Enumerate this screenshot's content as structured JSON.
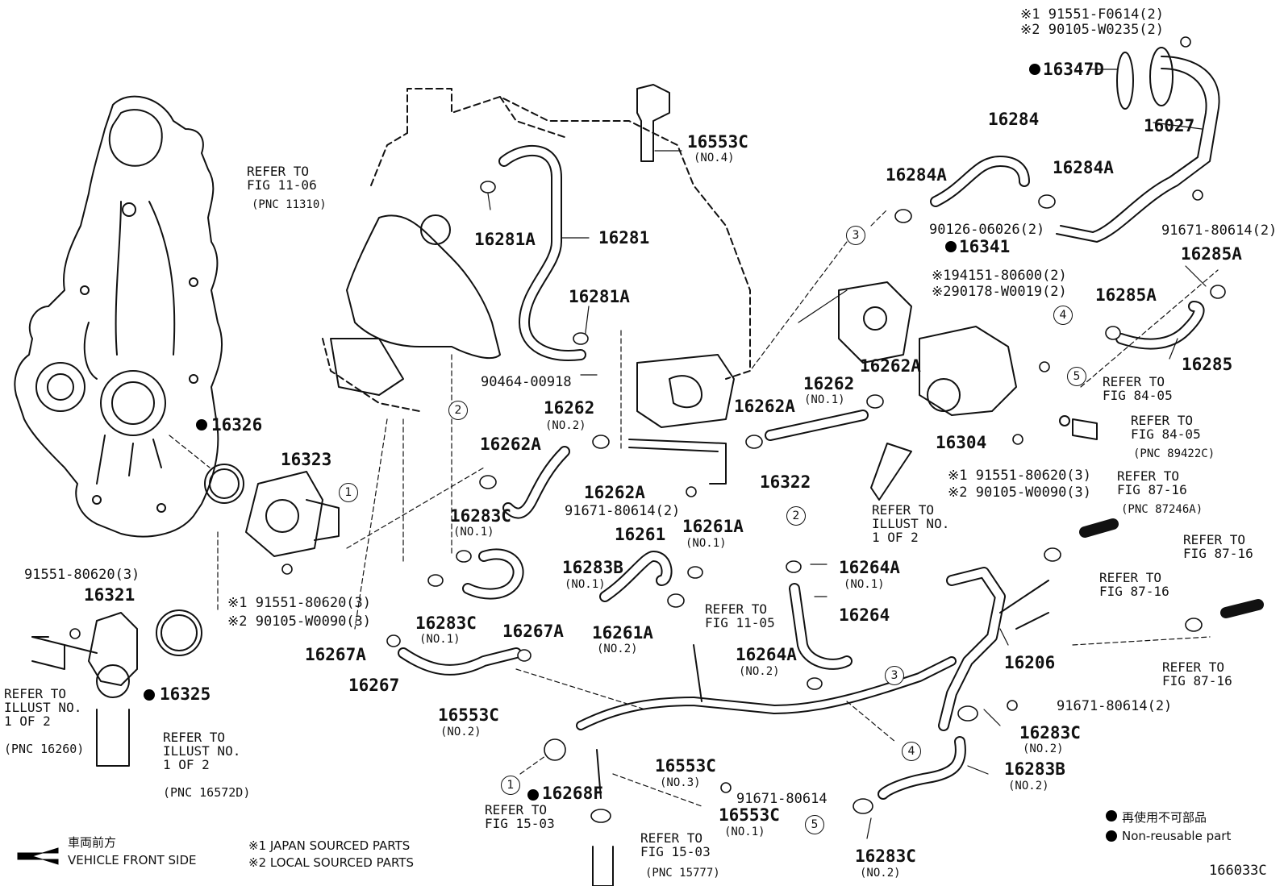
{
  "labels": {
    "l16553C_4": "16553C",
    "l16553C_4_sub": "(NO.4)",
    "l16281A_a": "16281A",
    "l16281": "16281",
    "l16281A_b": "16281A",
    "l90464": "90464-00918",
    "l16326": "16326",
    "l16323": "16323",
    "l16321": "16321",
    "l16325": "16325",
    "l91551_3": "91551-80620(3)",
    "l91551_80620_x1": "※1 91551-80620(3)",
    "l90105_W0090_x2": "※2 90105-W0090(3)",
    "l16262_no2": "16262",
    "l16262_no2_sub": "(NO.2)",
    "l16262A_a": "16262A",
    "l16262A_b": "16262A",
    "l16262A_c": "16262A",
    "l16262A_d": "16262A",
    "l16262_no1": "16262",
    "l16262_no1_sub": "(NO.1)",
    "l16283C_a": "16283C",
    "l16283C_a_sub": "(NO.1)",
    "l16283C_b": "16283C",
    "l16283C_b_sub": "(NO.1)",
    "l16283B_a": "16283B",
    "l16283B_a_sub": "(NO.1)",
    "l16261": "16261",
    "l16261A_a": "16261A",
    "l16261A_a_sub": "(NO.1)",
    "l16261A_b": "16261A",
    "l16261A_b_sub": "(NO.2)",
    "l91671_80614_2a": "91671-80614(2)",
    "l16322": "16322",
    "l16267A_a": "16267A",
    "l16267A_b": "16267A",
    "l16267": "16267",
    "l16553C_2": "16553C",
    "l16553C_2_sub": "(NO.2)",
    "l16553C_3": "16553C",
    "l16553C_3_sub": "(NO.3)",
    "l16553C_1": "16553C",
    "l16553C_1_sub": "(NO.1)",
    "l16268F": "16268F",
    "l91671_80614": "91671-80614",
    "l16264A_a": "16264A",
    "l16264A_a_sub": "(NO.1)",
    "l16264": "16264",
    "l16264A_b": "16264A",
    "l16264A_b_sub": "(NO.2)",
    "l16304": "16304",
    "l16341": "16341",
    "l90126": "90126-06026(2)",
    "l194151": "※194151-80600(2)",
    "l290178": "※290178-W0019(2)",
    "l16284": "16284",
    "l16284A_a": "16284A",
    "l16284A_b": "16284A",
    "l16027": "16027",
    "l16347D": "16347D",
    "l91551_F0614": "※1 91551-F0614(2)",
    "l90105_W0235": "※2 90105-W0235(2)",
    "l91671_80614_2b": "91671-80614(2)",
    "l16285A_a": "16285A",
    "l16285A_b": "16285A",
    "l16285": "16285",
    "l91551_80620_x1b": "※1 91551-80620(3)",
    "l90105_W0090_x2b": "※2 90105-W0090(3)",
    "l16206": "16206",
    "l91671_80614_2c": "91671-80614(2)",
    "l16283C_c": "16283C",
    "l16283C_c_sub": "(NO.2)",
    "l16283B_b": "16283B",
    "l16283B_b_sub": "(NO.2)",
    "l16283C_d": "16283C",
    "l16283C_d_sub": "(NO.2)"
  },
  "refs": {
    "r_fig1106": "REFER TO\nFIG 11-06",
    "r_fig1106_pnc": "(PNC 11310)",
    "r_fig1105": "REFER TO\nFIG 11-05",
    "r_illust_a": "REFER TO\nILLUST NO.\n1 OF 2",
    "r_illust_a_pnc": "(PNC 16260)",
    "r_illust_b": "REFER TO\nILLUST NO.\n1 OF 2",
    "r_illust_b_pnc": "(PNC 16572D)",
    "r_illust_c": "REFER TO\nILLUST NO.\n1 OF 2",
    "r_fig1503a": "REFER TO\nFIG 15-03",
    "r_fig1503b": "REFER TO\nFIG 15-03",
    "r_fig1503b_pnc": "(PNC 15777)",
    "r_fig8405a": "REFER TO\nFIG 84-05",
    "r_fig8405b": "REFER TO\nFIG 84-05",
    "r_fig8405b_pnc": "(PNC 89422C)",
    "r_fig8716a": "REFER TO\nFIG 87-16",
    "r_fig8716a_pnc": "(PNC 87246A)",
    "r_fig8716b": "REFER TO\nFIG 87-16",
    "r_fig8716c": "REFER TO\nFIG 87-16",
    "r_fig8716d": "REFER TO\nFIG 87-16"
  },
  "circles": {
    "c1a": "1",
    "c1b": "1",
    "c2a": "2",
    "c2b": "2",
    "c3a": "3",
    "c3b": "3",
    "c4a": "4",
    "c4b": "4",
    "c5a": "5",
    "c5b": "5"
  },
  "footer": {
    "front_jp": "車両前方",
    "front_en": "VEHICLE FRONT SIDE",
    "note1": "※1 JAPAN SOURCED PARTS",
    "note2": "※2 LOCAL SOURCED PARTS",
    "legend_jp": "再使用不可部品",
    "legend_en": "Non-reusable part",
    "illust_code": "166033C"
  }
}
